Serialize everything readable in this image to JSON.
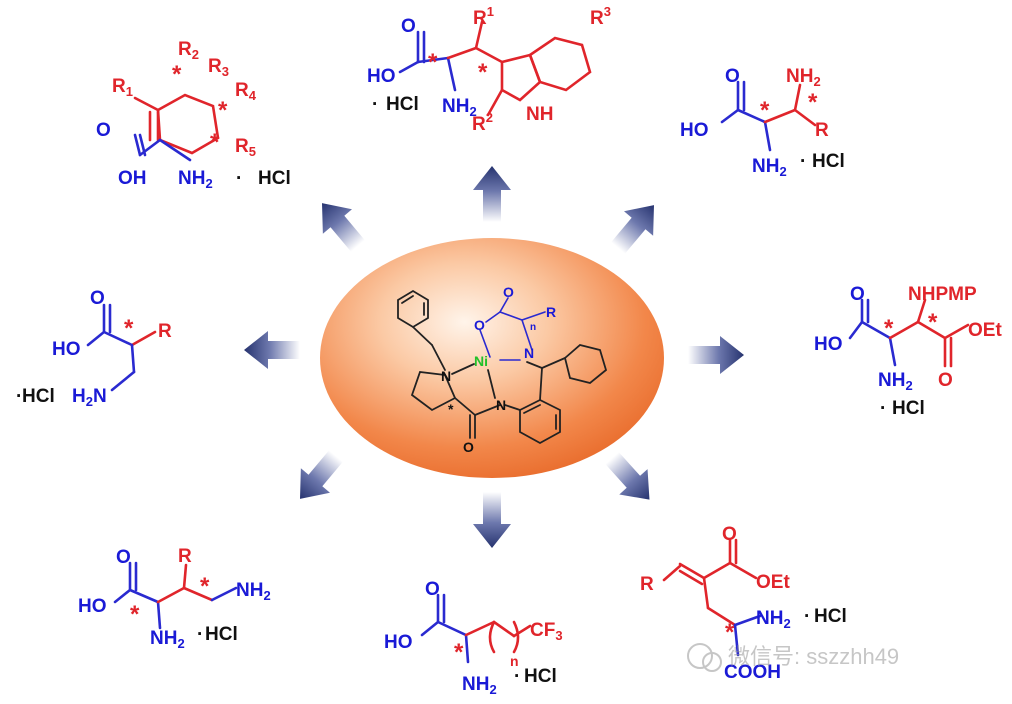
{
  "center": {
    "nickel": "Ni",
    "o": "O",
    "n_imine": "N",
    "n_pro": "N",
    "n_amide": "N",
    "r": "R",
    "n_sub": "n"
  },
  "molecules": {
    "top_left": {
      "r1": "R",
      "r1s": "1",
      "r2": "R",
      "r2s": "2",
      "r3": "R",
      "r3s": "3",
      "r4": "R",
      "r4s": "4",
      "r5": "R",
      "r5s": "5",
      "o": "O",
      "oh": "OH",
      "nh2": "NH",
      "nh2s": "2",
      "hcl": "HCl",
      "dot": "·"
    },
    "top": {
      "r1": "R",
      "r1s": "1",
      "r2": "R",
      "r2s": "2",
      "r3": "R",
      "r3s": "3",
      "o": "O",
      "ho": "HO",
      "nh2": "NH",
      "nh2s": "2",
      "nh": "NH",
      "hcl": "HCl",
      "dot": "·"
    },
    "top_right": {
      "o": "O",
      "ho": "HO",
      "nh2a": "NH",
      "nh2as": "2",
      "nh2b": "NH",
      "nh2bs": "2",
      "r": "R",
      "hcl": "HCl",
      "dot": "·"
    },
    "left": {
      "o": "O",
      "ho": "HO",
      "r": "R",
      "h2n": "H",
      "h2ns": "2",
      "h2nn": "N",
      "hcl": "HCl",
      "dot": "·"
    },
    "right": {
      "o": "O",
      "ho": "HO",
      "nhpmp": "NHPMP",
      "nh2": "NH",
      "nh2s": "2",
      "o2": "O",
      "oet": "OEt",
      "o3": "O",
      "hcl": "HCl",
      "dot": "·"
    },
    "bottom_left": {
      "o": "O",
      "ho": "HO",
      "r": "R",
      "nh2a": "NH",
      "nh2as": "2",
      "nh2b": "NH",
      "nh2bs": "2",
      "hcl": "HCl",
      "dot": "·"
    },
    "bottom": {
      "o": "O",
      "ho": "HO",
      "nh2": "NH",
      "nh2s": "2",
      "cf3": "CF",
      "cf3s": "3",
      "n": "n",
      "hcl": "HCl",
      "dot": "·"
    },
    "bottom_right": {
      "o": "O",
      "oet": "OEt",
      "r": "R",
      "nh2": "NH",
      "nh2s": "2",
      "cooh": "COOH",
      "hcl": "HCl",
      "dot": "·"
    }
  },
  "watermark": "微信号: sszzhh49",
  "colors": {
    "blue": "#1a1ad6",
    "red": "#e0252b",
    "arrow": "#2d3a7a",
    "orb": "#f07a3a"
  }
}
